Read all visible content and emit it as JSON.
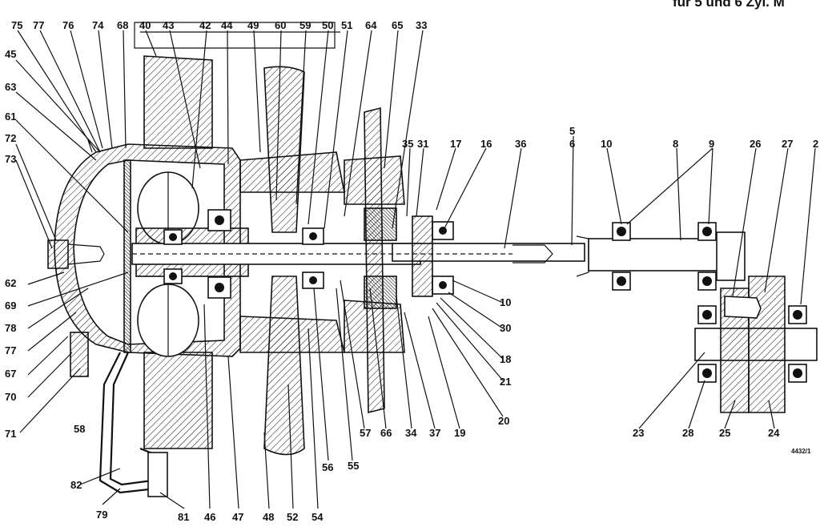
{
  "header": {
    "text": "für 5 und 6 Zyl. M"
  },
  "drawing_code": "4432/1",
  "labels": {
    "top": [
      "75",
      "77",
      "76",
      "74",
      "68",
      "40",
      "43",
      "42",
      "44",
      "49",
      "60",
      "59",
      "50",
      "51",
      "64",
      "65",
      "33"
    ],
    "right_top": [
      "35",
      "31",
      "17",
      "16",
      "36",
      "5",
      "6",
      "10",
      "8",
      "9",
      "26",
      "27",
      "2"
    ],
    "left": [
      "45",
      "63",
      "61",
      "72",
      "73",
      "62",
      "69",
      "78",
      "77",
      "67",
      "70",
      "71"
    ],
    "bottom": [
      "79",
      "81",
      "46",
      "47",
      "48",
      "52",
      "54",
      "56",
      "55",
      "57",
      "66",
      "34",
      "37",
      "19",
      "20",
      "23",
      "28",
      "25",
      "24"
    ],
    "mid": [
      "82",
      "58"
    ],
    "right_col": [
      "10",
      "30",
      "18",
      "21"
    ]
  }
}
